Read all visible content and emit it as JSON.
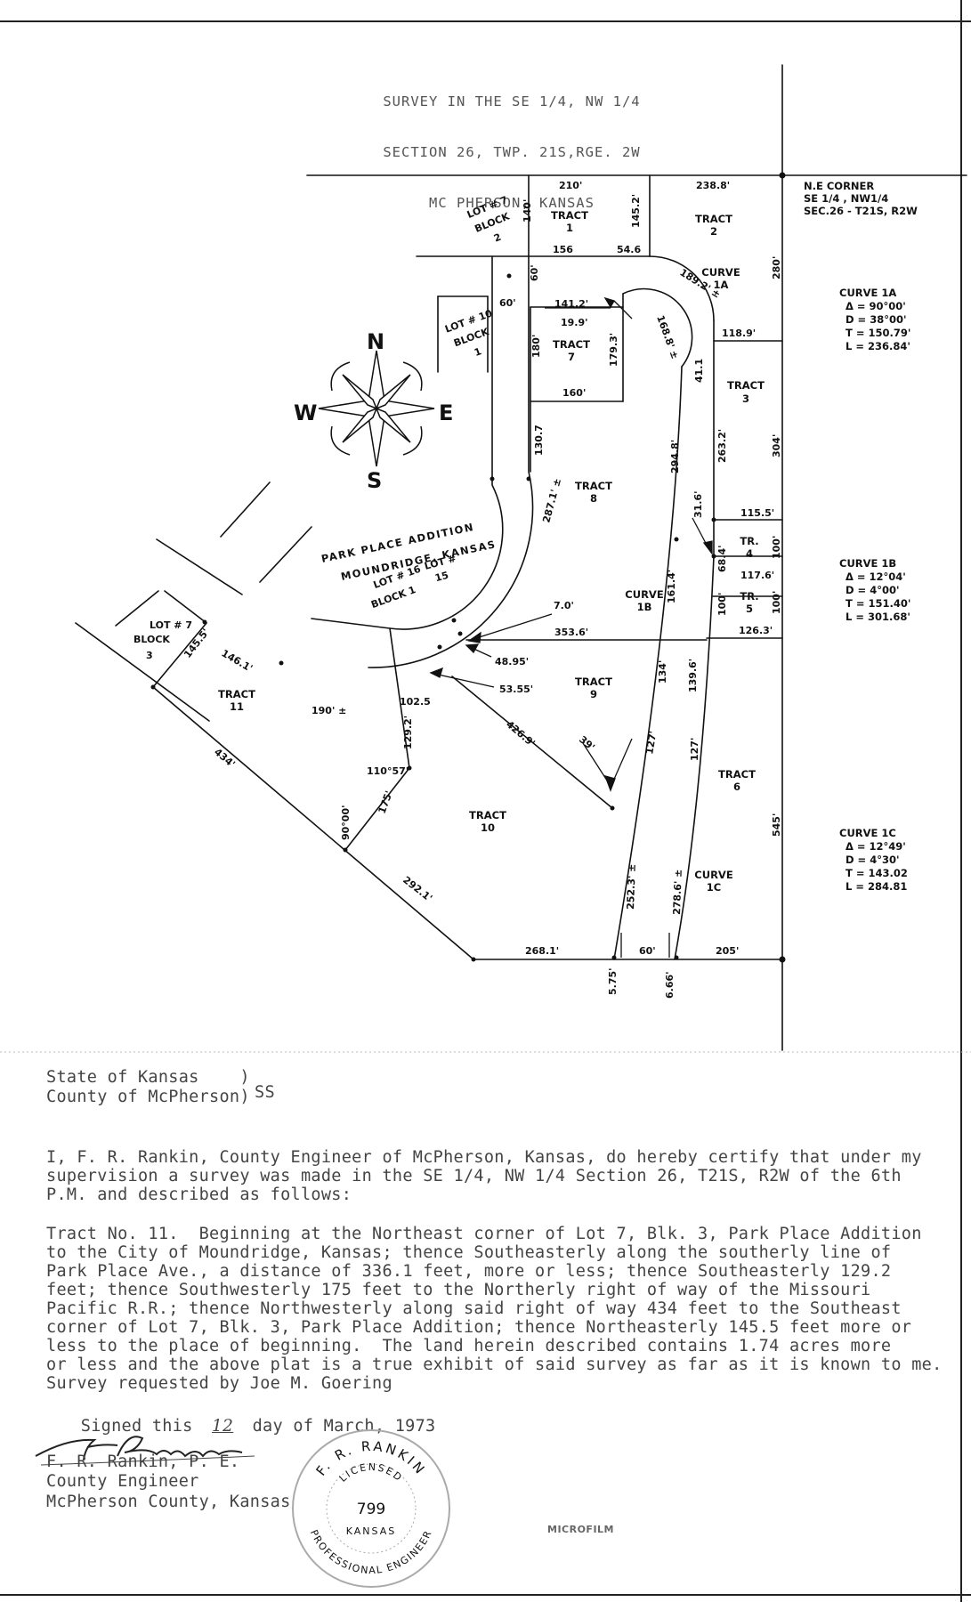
{
  "header": {
    "line1": "SURVEY IN THE SE 1/4, NW 1/4",
    "line2": "SECTION 26, TWP. 21S,RGE. 2W",
    "line3": "MC PHERSON, KANSAS"
  },
  "plat": {
    "ne_corner": [
      "N.E CORNER",
      "SE 1/4 , NW1/4",
      "SEC.26 - T21S, R2W"
    ],
    "subdivision": [
      "PARK PLACE ADDITION",
      "MOUNDRIDGE, KANSAS"
    ],
    "compass": {
      "n": "N",
      "s": "S",
      "e": "E",
      "w": "W"
    },
    "lots": {
      "lot7_blk2": [
        "LOT # 7",
        "BLOCK",
        "2"
      ],
      "lot10_blk1": [
        "LOT # 10",
        "BLOCK",
        "1"
      ],
      "lot7_blk3": [
        "LOT # 7",
        "BLOCK",
        "3"
      ],
      "lot16_blk1": [
        "LOT # 16",
        "BLOCK 1"
      ],
      "lot15": [
        "LOT #",
        "15"
      ]
    },
    "tracts": {
      "t1": [
        "TRACT",
        "1"
      ],
      "t2": [
        "TRACT",
        "2"
      ],
      "t3": [
        "TRACT",
        "3"
      ],
      "t4": [
        "TR.",
        "4"
      ],
      "t5": [
        "TR.",
        "5"
      ],
      "t6": [
        "TRACT",
        "6"
      ],
      "t7": [
        "TRACT",
        "7"
      ],
      "t8": [
        "TRACT",
        "8"
      ],
      "t9": [
        "TRACT",
        "9"
      ],
      "t10": [
        "TRACT",
        "10"
      ],
      "t11": [
        "TRACT",
        "11"
      ]
    },
    "curves_inline": {
      "c1a": [
        "CURVE",
        "1A"
      ],
      "c1b": [
        "CURVE",
        "1B"
      ],
      "c1c": [
        "CURVE",
        "1C"
      ]
    },
    "curve_tables": {
      "c1a": [
        "CURVE 1A",
        "Δ = 90°00'",
        "D = 38°00'",
        "T = 150.79'",
        "L = 236.84'"
      ],
      "c1b": [
        "CURVE 1B",
        "Δ = 12°04'",
        "D = 4°00'",
        "T = 151.40'",
        "L = 301.68'"
      ],
      "c1c": [
        "CURVE 1C",
        "Δ = 12°49'",
        "D = 4°30'",
        "T = 143.02",
        "L = 284.81"
      ]
    },
    "dims": {
      "d210": "210'",
      "d238": "238.8'",
      "d140": "140'",
      "d145_2": "145.2'",
      "d280": "280'",
      "d156": "156",
      "d54_6": "54.6",
      "d189_2": "189.2' ±",
      "d60a": "60'",
      "d60b": "60'",
      "d141_2": "141.2'",
      "d19_9": "19.9'",
      "d168_8": "168.8' ±",
      "d180": "180'",
      "d179_3": "179.3'",
      "d160": "160'",
      "d118_9": "118.9'",
      "d41_1": "41.1",
      "d263_2": "263.2'",
      "d304": "304'",
      "d130_7": "130.7",
      "d294_8": "294.8'",
      "d31_6": "31.6'",
      "d115_5": "115.5'",
      "d68_4": "68.4'",
      "d100a": "100'",
      "d117_6": "117.6'",
      "d100b": "100'",
      "d100c": "100'",
      "d126_3": "126.3'",
      "d287_1": "287.1' ±",
      "d7_0": "7.0'",
      "d353_6": "353.6'",
      "d161_4": "161.4'",
      "d48_95": "48.95'",
      "d53_55": "53.55'",
      "d134": "134'",
      "d139_6": "139.6'",
      "d146_1": "146.1'",
      "d145_5": "145.5'",
      "d190": "190' ±",
      "d102_5": "102.5",
      "d129_2": "129.2'",
      "d110_57": "110°57'",
      "d426_9": "426.9'",
      "d39": "39'",
      "d127a": "127'",
      "d127b": "127'",
      "d434": "434'",
      "d175": "175'",
      "d90": "90°00'",
      "d545": "545'",
      "d252_3": "252.3' ±",
      "d278_6": "278.6' ±",
      "d292_1": "292.1'",
      "d268_1": "268.1'",
      "d60c": "60'",
      "d205": "205'",
      "d5_75": "5.75'",
      "d6_66": "6.66'"
    }
  },
  "venue": {
    "state": "State of Kansas    )",
    "county": "County of McPherson)",
    "ss": "SS"
  },
  "certificate": {
    "intro": [
      "I, F. R. Rankin, County Engineer of McPherson, Kansas, do hereby certify that under my",
      "supervision a survey was made in the SE 1/4, NW 1/4 Section 26, T21S, R2W of the 6th",
      "P.M. and described as follows:"
    ],
    "description": [
      "Tract No. 11.  Beginning at the Northeast corner of Lot 7, Blk. 3, Park Place Addition",
      "to the City of Moundridge, Kansas; thence Southeasterly along the southerly line of",
      "Park Place Ave., a distance of 336.1 feet, more or less; thence Southeasterly 129.2",
      "feet; thence Southwesterly 175 feet to the Northerly right of way of the Missouri",
      "Pacific R.R.; thence Northwesterly along said right of way 434 feet to the Southeast",
      "corner of Lot 7, Blk. 3, Park Place Addition; thence Northeasterly 145.5 feet more or",
      "less to the place of beginning.  The land herein described contains 1.74 acres more",
      "or less and the above plat is a true exhibit of said survey as far as it is known to me.",
      "Survey requested by Joe M. Goering"
    ],
    "signed_prefix": "Signed this ",
    "signed_day": "12",
    "signed_suffix": " day of March, 1973"
  },
  "signature": {
    "name": "F. R. Rankin, P. E.",
    "title": "County Engineer",
    "office": "McPherson County, Kansas"
  },
  "seal": {
    "name": "F. R. RANKIN",
    "licensed": "LICENSED",
    "number": "799",
    "state": "KANSAS",
    "profession": "PROFESSIONAL ENGINEER"
  },
  "stamp": "MICROFILM"
}
